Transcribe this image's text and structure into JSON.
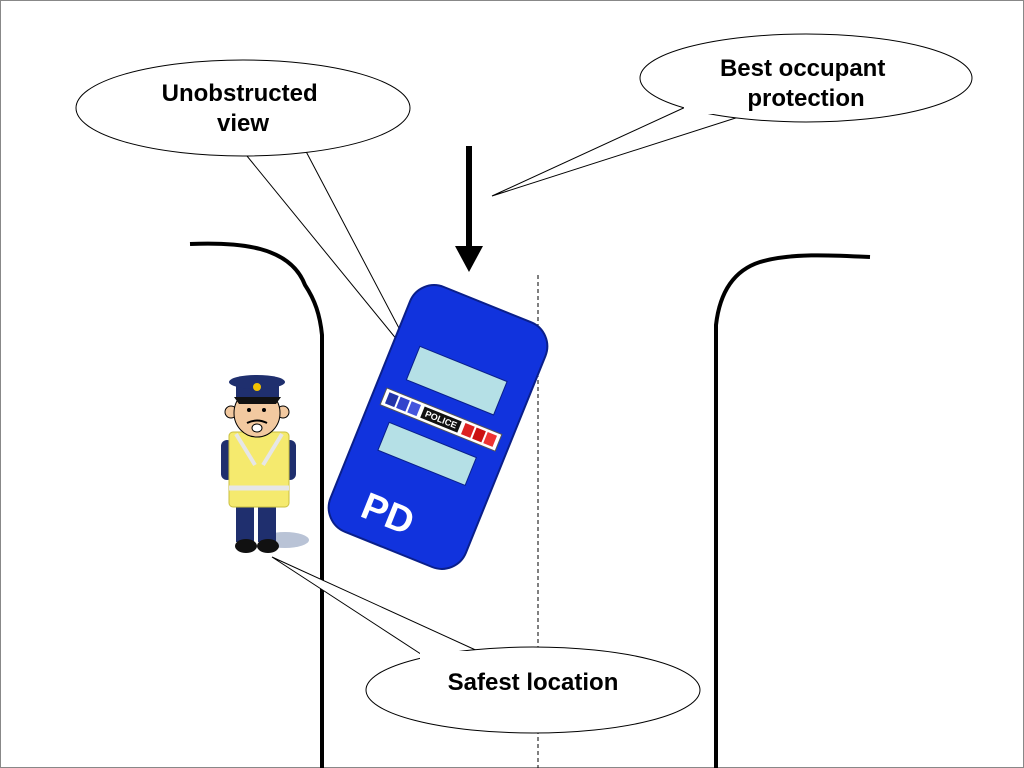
{
  "callouts": {
    "unobstructed_view": [
      "Unobstructed",
      "view"
    ],
    "best_protection": [
      "Best occupant",
      "protection"
    ],
    "safest_location": "Safest location"
  },
  "vehicle": {
    "label": "PD",
    "lightbar_text": "POLICE",
    "color": "#1133dd",
    "window_color": "#b5e0e6"
  },
  "officer": {
    "vest_color": "#f5ea6e",
    "uniform_color": "#1f2f6e"
  },
  "colors": {
    "road_edge": "#000000",
    "lane_divider": "#000000",
    "frame": "#888888"
  },
  "icons": {
    "arrow": "down-arrow-icon",
    "vehicle": "police-car-icon",
    "officer": "police-officer-icon"
  }
}
